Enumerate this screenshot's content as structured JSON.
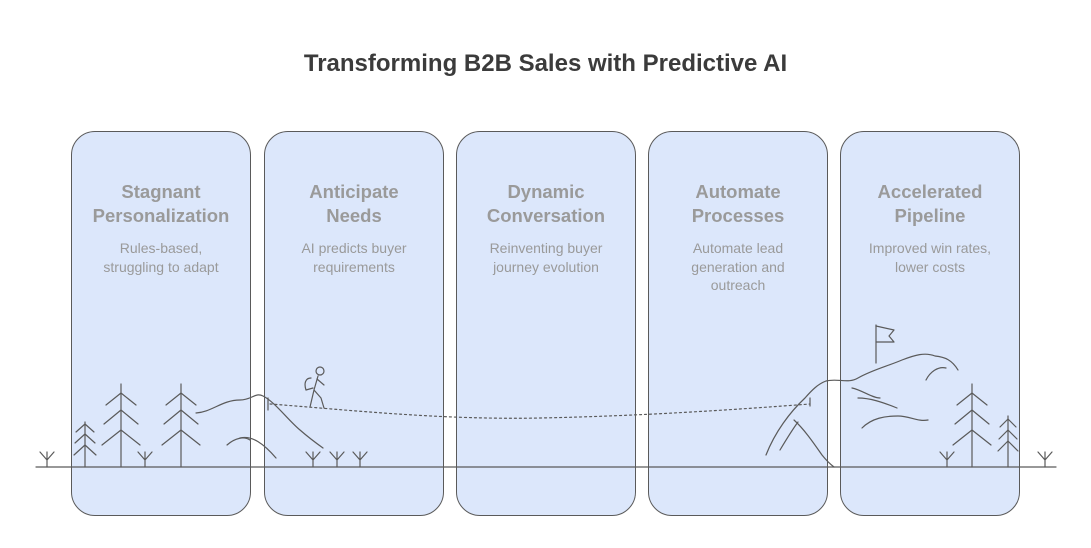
{
  "title": "Transforming B2B Sales with Predictive AI",
  "stages": [
    {
      "heading": "Stagnant\nPersonalization",
      "description": "Rules-based,\nstruggling to adapt"
    },
    {
      "heading": "Anticipate\nNeeds",
      "description": "AI predicts buyer\nrequirements"
    },
    {
      "heading": "Dynamic\nConversation",
      "description": "Reinventing buyer\njourney evolution"
    },
    {
      "heading": "Automate\nProcesses",
      "description": "Automate lead\ngeneration and\noutreach"
    },
    {
      "heading": "Accelerated\nPipeline",
      "description": "Improved win rates,\nlower costs"
    }
  ],
  "colors": {
    "card_fill": "#dce7fb",
    "card_border": "#5a5a5a",
    "card_text": "#9a9a9a",
    "title_text": "#3b3b3b",
    "line_art": "#5a5a5a"
  },
  "illustration_icons": [
    "pine-tree-icon",
    "hill-icon",
    "hiker-icon",
    "mountain-icon",
    "flag-icon",
    "grass-sprout-icon",
    "dotted-path-icon"
  ]
}
